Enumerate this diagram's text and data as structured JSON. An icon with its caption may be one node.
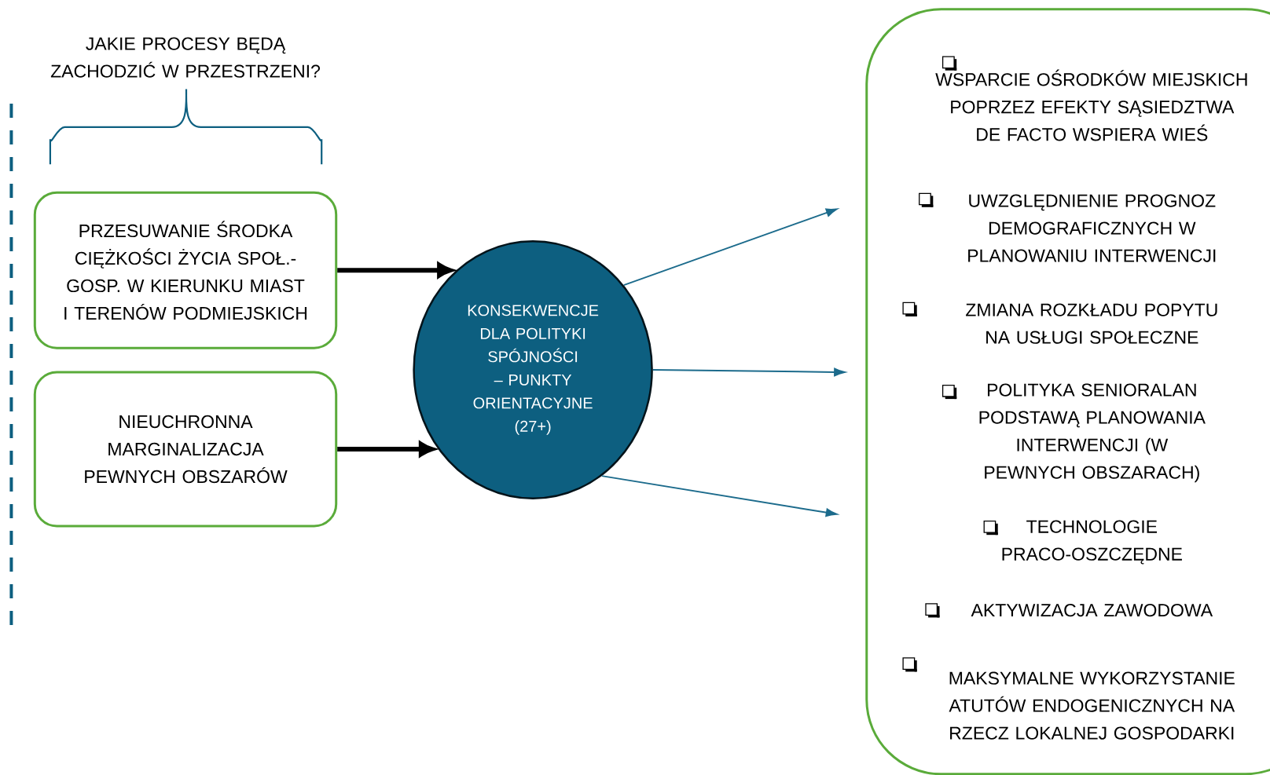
{
  "diagram": {
    "nodes": [
      {
        "text": [
          "PRZESUWANIE ŚRODKA CIĘŻKOŚCI ŻYCIA SPOŁ.- GOSP. W KIERUNKU MIAST I TERENÓW PODMIEJSKICH"
        ]
      },
      {
        "text": [
          "NIEUCHRONNA MARGINALIZACJA PEWNYCH OBSZARÓW"
        ]
      },
      {
        "text": [
          "KONSEKWENCJE DLA POLITYKI SPÓJNOŚCI – PUNKTY ORIENTACYJNE (27+)"
        ]
      },
      {
        "text": [
          "WSPARCIE OŚRODKÓW MIEJSKICH POPRZEZ EFEKTY SĄSIEDZTWA DE FACTO WSPIERA WIEŚ",
          "UWZGLĘDNIENIE PROGNOZ DEMOGRAFICZNYCH W PLANOWANIU INTERWENCJI",
          "ZMIANA ROZKŁADU POPYTU NA USŁUGI SPOŁECZNE",
          "POLITYKA SENIORALAN PODSTAWĄ PLANOWANIA INTERWENCJI (W PEWNYCH OBSZARACH)",
          "TECHNOLOGIE PRACO-OSZCZĘDNE",
          "AKTYWIZACJA ZAWODOWA",
          "MAKSYMALNE WYKORZYSTANIE ATUTÓW ENDOGENICZNYCH NA RZECZ LOKALNEJ GOSPODARKI"
        ]
      }
    ],
    "edges": [
      {
        "from": 0,
        "to": 2,
        "arrow": "to",
        "style": "thick",
        "color": "#000000"
      },
      {
        "from": 1,
        "to": 2,
        "arrow": "to",
        "style": "thick",
        "color": "#000000"
      },
      {
        "from": 2,
        "to": null,
        "arrow": "to"
      },
      {
        "from": 2,
        "to": null,
        "arrow": "to"
      },
      {
        "from": 2,
        "to": null,
        "arrow": "to"
      }
    ],
    "labels": [
      "JAKIE PROCESY BĘDĄ ZACHODZIĆ W PRZESTRZENI?"
    ]
  }
}
